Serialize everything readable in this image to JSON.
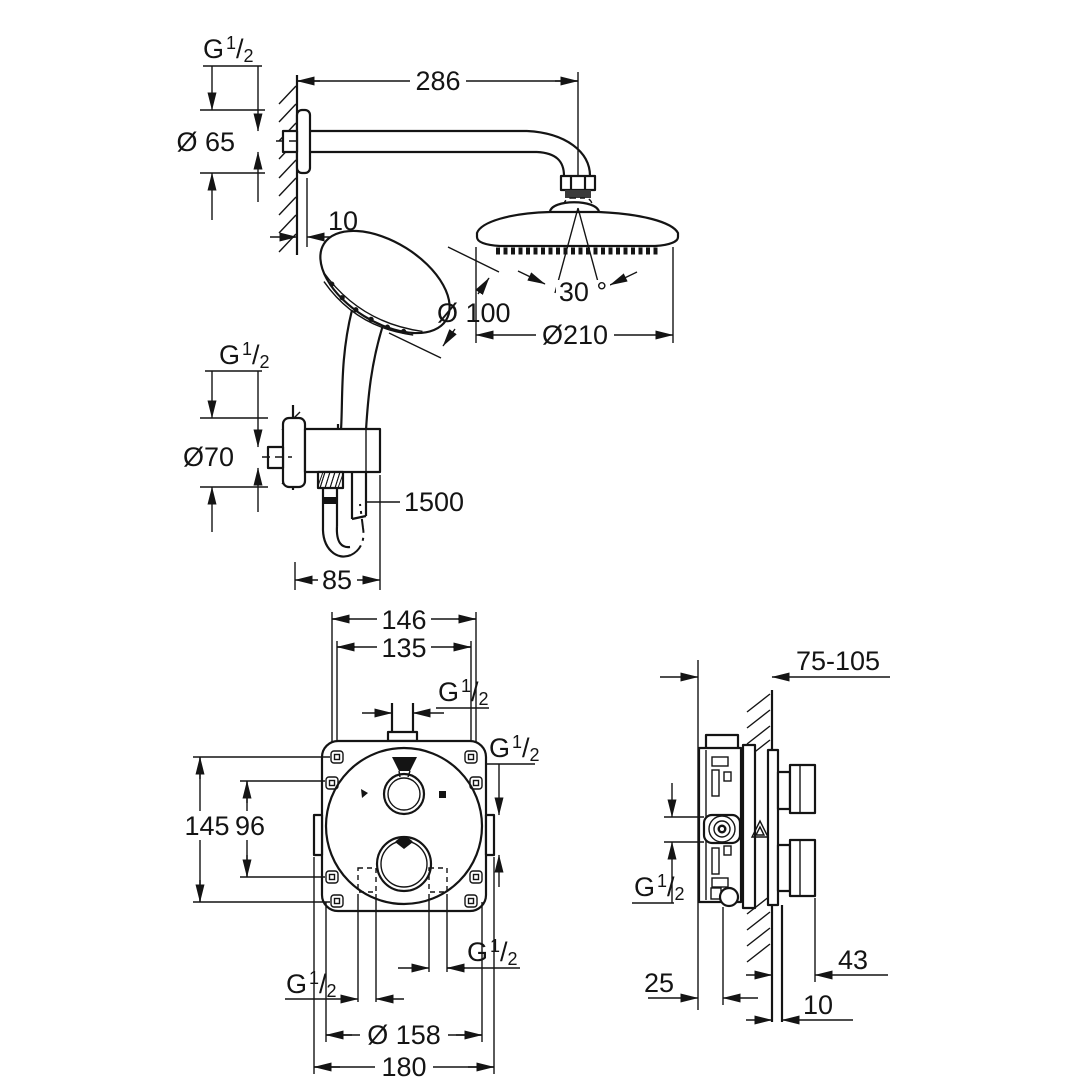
{
  "drawing": {
    "type": "technical-installation-drawing",
    "views": {
      "top": "wall-mounted head shower with arm, hand shower and wall holder",
      "bottom_left": "concealed thermostat front view",
      "bottom_right": "concealed thermostat side section view"
    },
    "labels": {
      "g_half": {
        "g": "G",
        "sup": "1",
        "slash": "/",
        "sub": "2"
      }
    },
    "dims": {
      "arm_projection": "286",
      "arm_flange": "Ø 65",
      "arm_wall": "10",
      "head_diameter": "Ø210",
      "spray_angle": "30 °",
      "hand_diameter": "Ø 100",
      "holder_flange": "Ø70",
      "hose_length": "1500",
      "holder_width": "85",
      "fv_width_outer": "146",
      "fv_width_inner": "135",
      "fv_height_outer": "145",
      "fv_height_inner": "96",
      "fv_circle": "Ø 158",
      "fv_plate": "180",
      "sv_depth": "75-105",
      "sv_back": "25",
      "sv_knob": "43",
      "sv_tile": "10"
    },
    "line_color": "#141414",
    "background": "#ffffff"
  }
}
